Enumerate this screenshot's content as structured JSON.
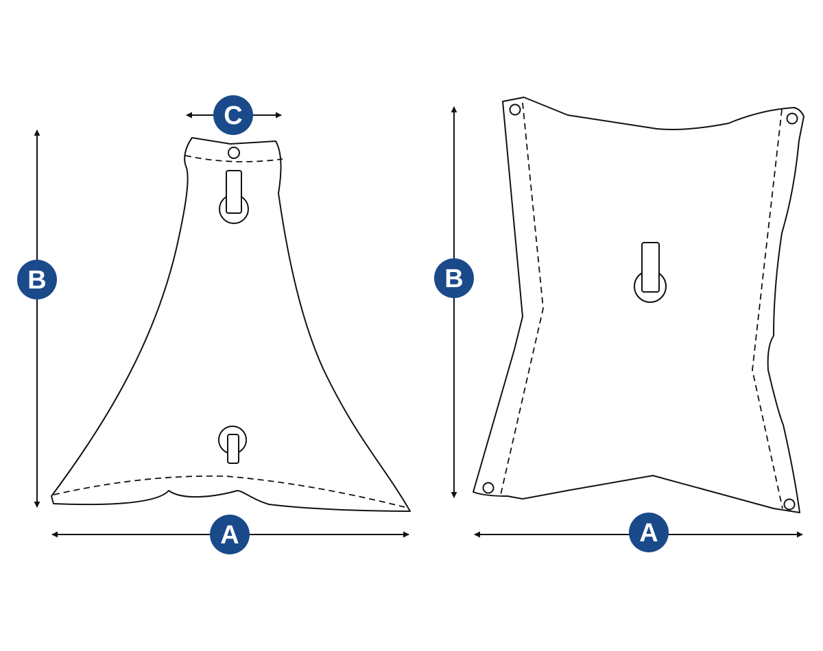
{
  "colors": {
    "badge": "#1a4a8a",
    "line": "#111111",
    "background": "#ffffff"
  },
  "labels": {
    "width": "A",
    "height": "B",
    "top_width": "C"
  },
  "figures": [
    {
      "name": "tapered-cover",
      "dimensions": [
        "A",
        "B",
        "C"
      ]
    },
    {
      "name": "rectangular-cover",
      "dimensions": [
        "A",
        "B"
      ]
    }
  ]
}
